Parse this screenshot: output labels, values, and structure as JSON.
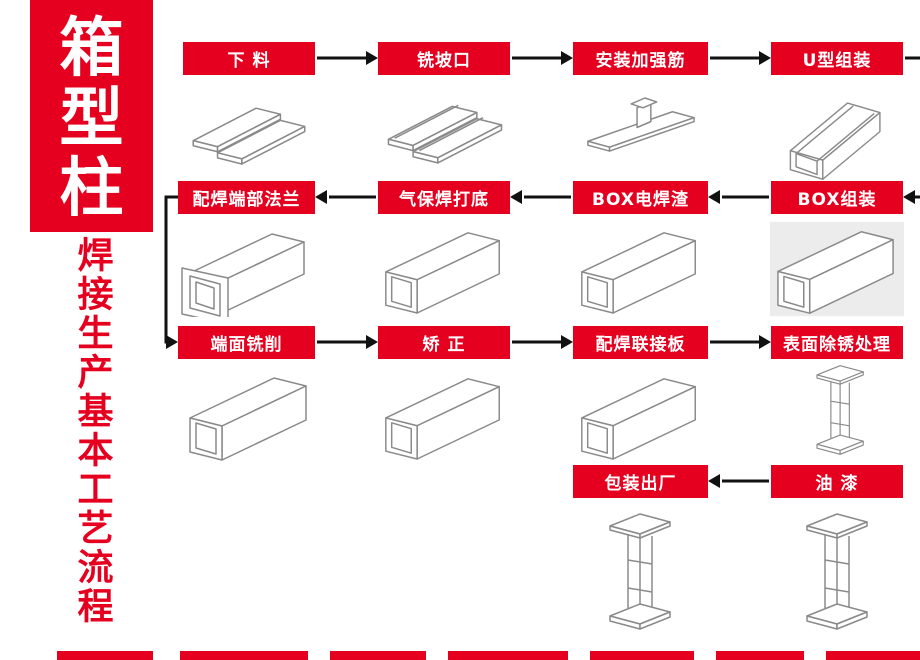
{
  "page": {
    "background": "#ffffff",
    "accent_red": "#e5001f",
    "line_color": "#111111"
  },
  "sidebar": {
    "title_chars": [
      "箱",
      "型",
      "柱"
    ],
    "subtitle": "焊接生产基本工艺流程"
  },
  "flow": {
    "rows": [
      {
        "direction": "right",
        "boxes": [
          {
            "label": "下 料"
          },
          {
            "label": "铣坡口"
          },
          {
            "label": "安装加强筋"
          },
          {
            "label": "U型组装"
          }
        ]
      },
      {
        "direction": "left",
        "boxes": [
          {
            "label": "配焊端部法兰"
          },
          {
            "label": "气保焊打底"
          },
          {
            "label": "BOX电焊渣"
          },
          {
            "label": "BOX组装"
          }
        ]
      },
      {
        "direction": "right",
        "boxes": [
          {
            "label": "端面铣削"
          },
          {
            "label": "矫 正"
          },
          {
            "label": "配焊联接板"
          },
          {
            "label": "表面除锈处理"
          }
        ]
      },
      {
        "direction": "left",
        "boxes": [
          {
            "label": "包装出厂"
          },
          {
            "label": "油 漆"
          }
        ]
      }
    ],
    "sequence": [
      "下料",
      "铣坡口",
      "安装加强筋",
      "U型组装",
      "BOX组装",
      "BOX电焊渣",
      "气保焊打底",
      "配焊端部法兰",
      "端面铣削",
      "矫正",
      "配焊联接板",
      "表面除锈处理",
      "油漆",
      "包装出厂"
    ]
  }
}
